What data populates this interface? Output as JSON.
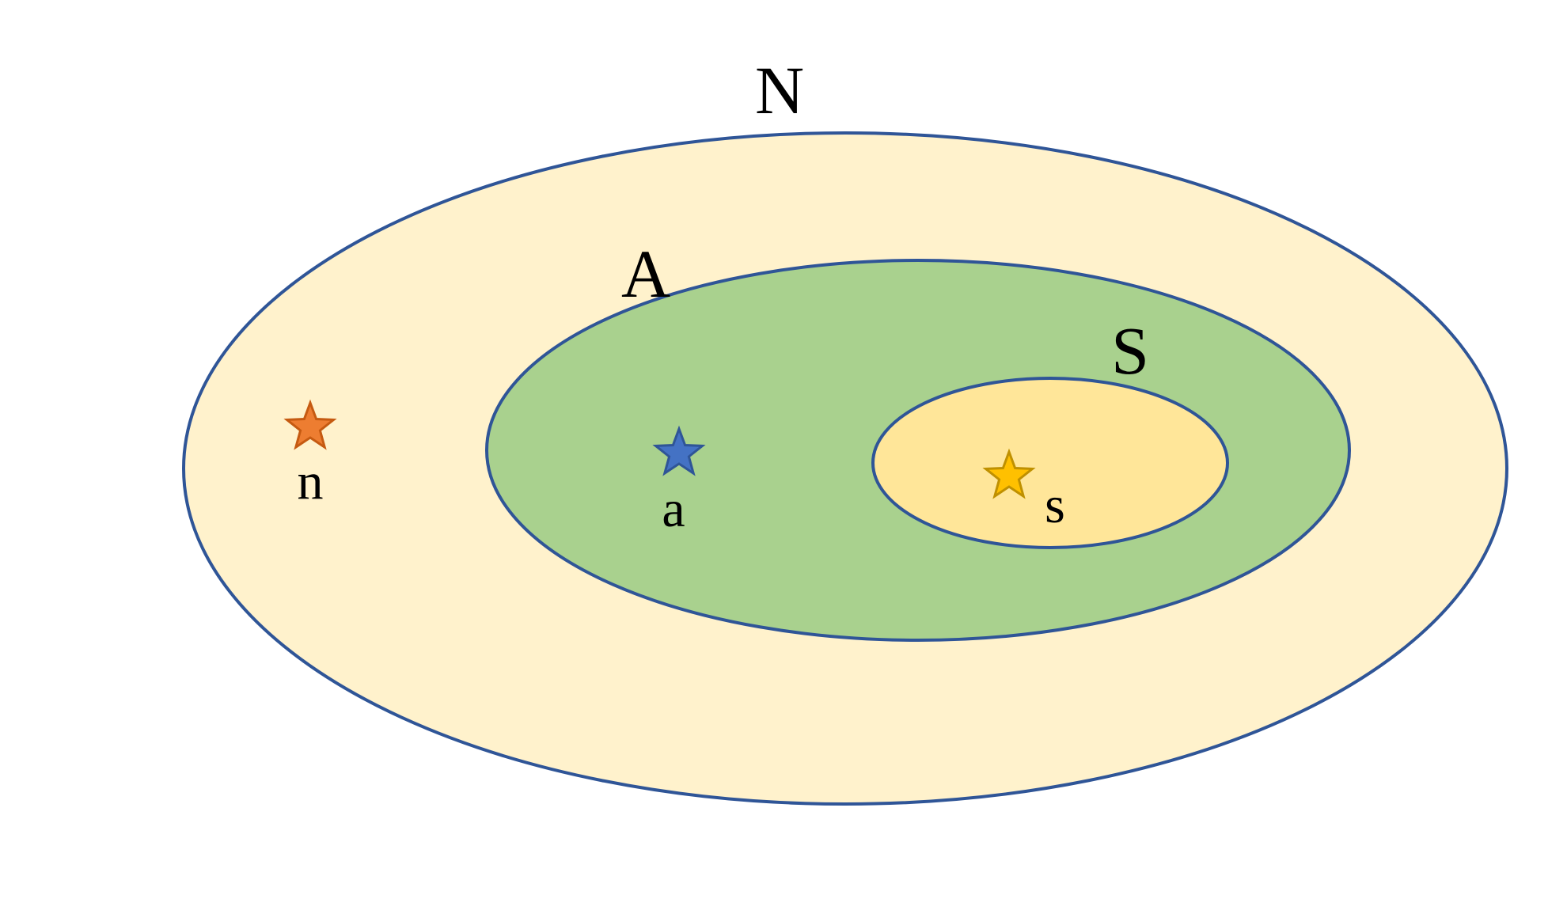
{
  "diagram": {
    "sets": {
      "outer": {
        "label": "N",
        "fill": "#FFF2CC",
        "stroke": "#2F5597"
      },
      "middle": {
        "label": "A",
        "fill": "#A9D18E",
        "stroke": "#2F5597"
      },
      "inner": {
        "label": "S",
        "fill": "#FFE699",
        "stroke": "#2F5597"
      }
    },
    "points": {
      "n": {
        "label": "n",
        "star_fill": "#ED7D31",
        "star_stroke": "#C55A11",
        "star_name": "star-icon"
      },
      "a": {
        "label": "a",
        "star_fill": "#4472C4",
        "star_stroke": "#2F5597",
        "star_name": "star-icon"
      },
      "s": {
        "label": "s",
        "star_fill": "#FFC000",
        "star_stroke": "#BF9000",
        "star_name": "star-icon"
      }
    }
  }
}
